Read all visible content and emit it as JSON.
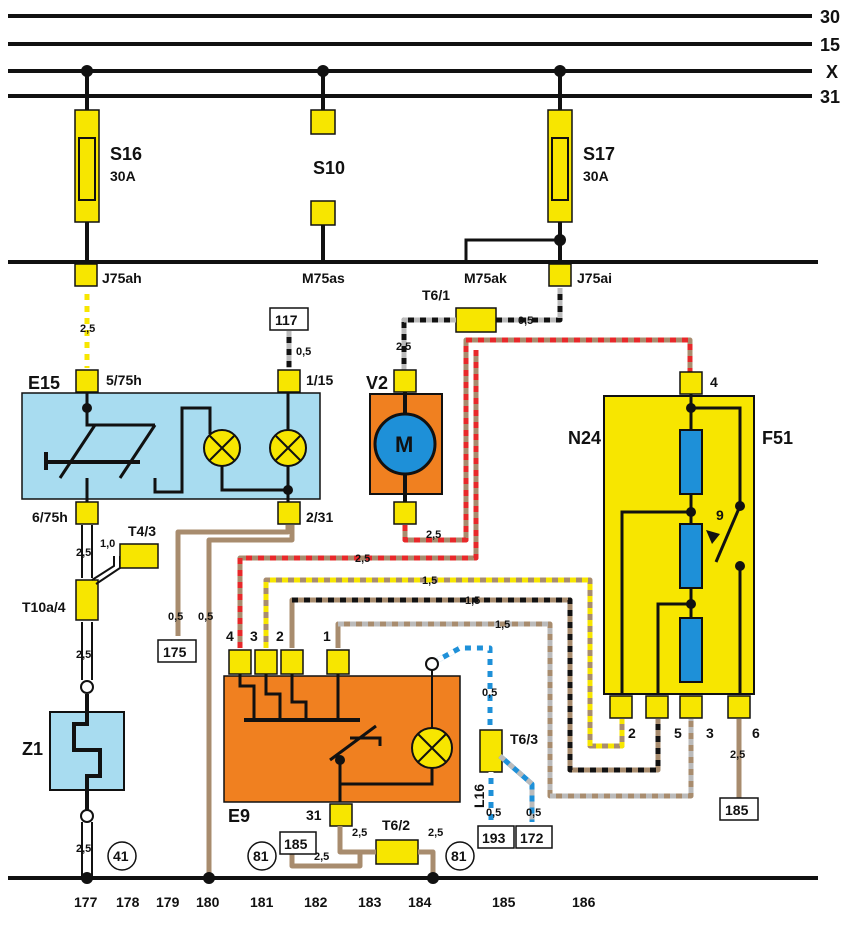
{
  "buses": [
    "30",
    "15",
    "X",
    "31"
  ],
  "fuses": {
    "s16": {
      "name": "S16",
      "rating": "30A"
    },
    "s10": {
      "name": "S10"
    },
    "s17": {
      "name": "S17",
      "rating": "30A"
    }
  },
  "central_connectors": [
    "J75ah",
    "M75as",
    "M75ak",
    "J75ai"
  ],
  "switch_e15": {
    "name": "E15",
    "pins": [
      "5/75h",
      "1/15",
      "6/75h",
      "2/31"
    ]
  },
  "motor_v2": {
    "name": "V2",
    "symbol": "M"
  },
  "relay_n24": {
    "name": "N24",
    "part2": "F51",
    "pin_top": "4",
    "pins_bottom": [
      "2",
      "5",
      "3",
      "6"
    ],
    "contact": "9"
  },
  "switch_e9": {
    "name": "E9",
    "pins_top": [
      "4",
      "3",
      "2",
      "1"
    ],
    "pin_bottom": "31"
  },
  "component_z1": {
    "name": "Z1"
  },
  "lamp_l16": {
    "name": "L16"
  },
  "plugs": [
    "T6/1",
    "T4/3",
    "T10a/4",
    "T6/3",
    "T6/2"
  ],
  "refs": [
    "117",
    "175",
    "185",
    "193",
    "172",
    "185"
  ],
  "circle_refs": [
    "41",
    "81",
    "81"
  ],
  "wire_sizes": {
    "j75ah": "2,5",
    "ref117": "0,5",
    "t6_1_a": "2,5",
    "t6_1_b": "0,5",
    "v2_out": "2,5",
    "t4_3": "1,0",
    "e15_a": "2,5",
    "e15_b": "2,5",
    "gnd_175": "0,5",
    "gnd_180": "0,5",
    "e9_4": "2,5",
    "e9_3": "1,5",
    "e9_2": "1,5",
    "e9_1": "1,5",
    "lamp": "0,5",
    "l16_a": "0,5",
    "l16_b": "0,5",
    "n24_6": "2,5",
    "z1_bot": "2,5",
    "t6_2_a": "2,5",
    "t6_2_b": "2,5",
    "t6_2_c": "2,5"
  },
  "bottom_numbers": [
    "177",
    "178",
    "179",
    "180",
    "181",
    "182",
    "183",
    "184",
    "185",
    "186"
  ],
  "colors": {
    "switch_blue": "#a8dcf0",
    "relay_yellow": "#f7e600",
    "switch_orange": "#f08020",
    "motor_orange": "#f08020",
    "resistor_blue": "#1e90d8",
    "lamp_yellow": "#f7e600"
  }
}
